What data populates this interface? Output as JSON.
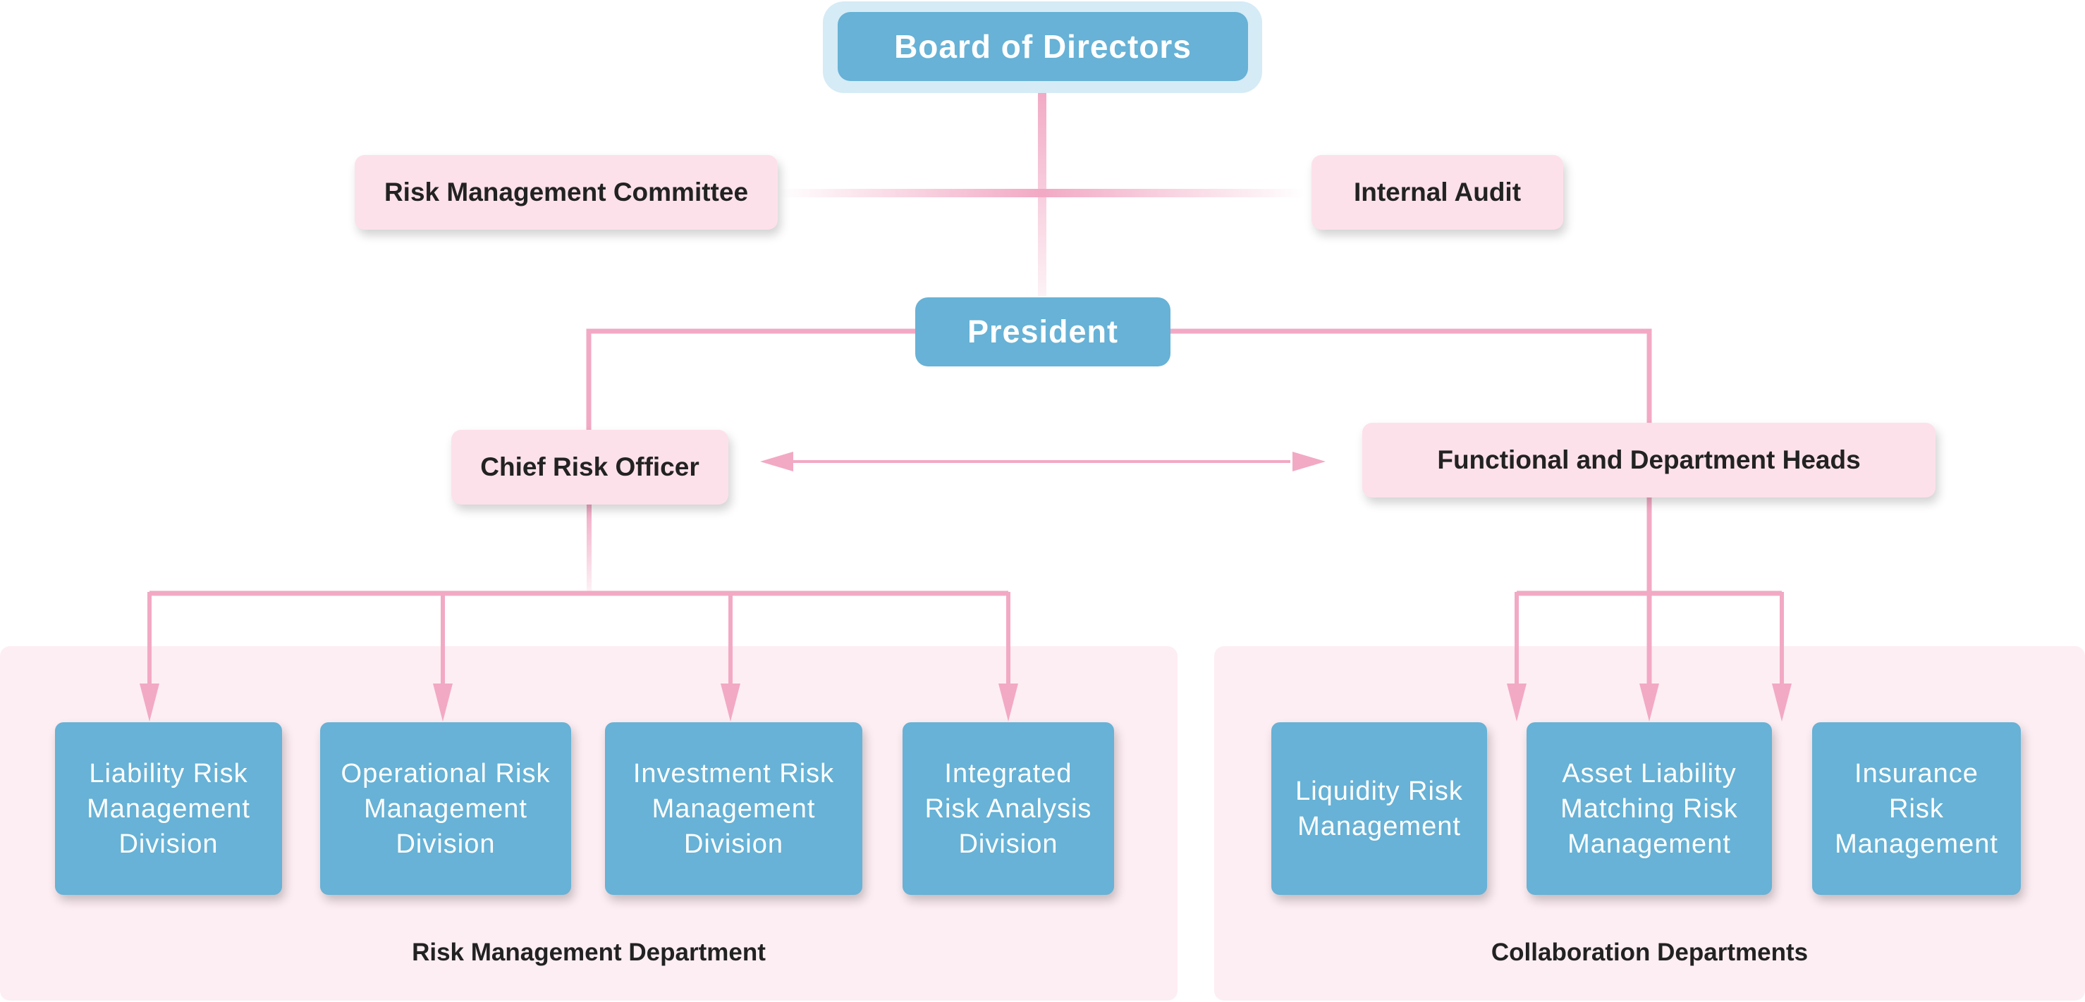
{
  "colors": {
    "blue_box": "#67b2d6",
    "pink_box": "#fde1ea",
    "panel": "#fdeef3",
    "connector": "#f2a9c4"
  },
  "nodes": {
    "board": "Board of Directors",
    "risk_committee": "Risk Management Committee",
    "internal_audit": "Internal Audit",
    "president": "President",
    "cro": "Chief Risk Officer",
    "dept_heads": "Functional and Department Heads"
  },
  "risk_management_department": {
    "label": "Risk Management Department",
    "units": [
      {
        "lines": [
          "Liability Risk",
          "Management",
          "Division"
        ]
      },
      {
        "lines": [
          "Operational Risk",
          "Management",
          "Division"
        ]
      },
      {
        "lines": [
          "Investment Risk",
          "Management",
          "Division"
        ]
      },
      {
        "lines": [
          "Integrated",
          "Risk Analysis",
          "Division"
        ]
      }
    ]
  },
  "collaboration_departments": {
    "label": "Collaboration Departments",
    "units": [
      {
        "lines": [
          "Liquidity Risk",
          "Management"
        ]
      },
      {
        "lines": [
          "Asset Liability",
          "Matching Risk",
          "Management"
        ]
      },
      {
        "lines": [
          "Insurance",
          "Risk",
          "Management"
        ]
      }
    ]
  }
}
